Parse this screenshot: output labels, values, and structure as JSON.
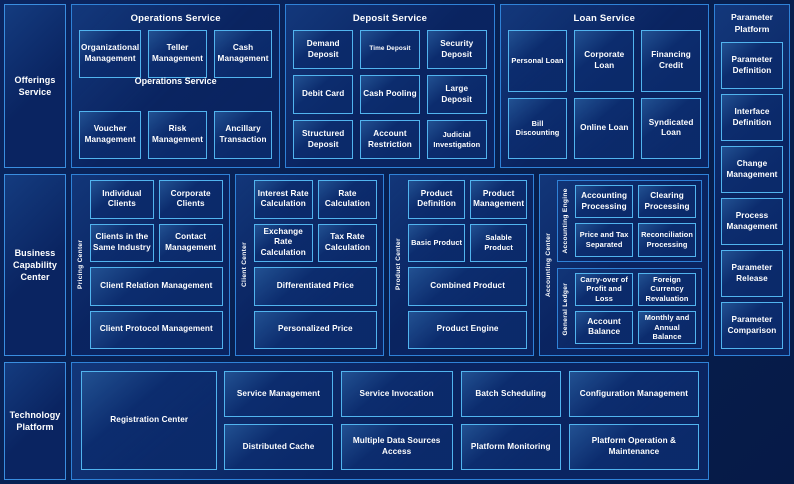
{
  "rows": {
    "offerings": {
      "category": "Offerings Service",
      "groups": [
        {
          "title": "Operations Service",
          "mid_label": "Operations Service",
          "items": [
            "Organizational Management",
            "Teller Management",
            "Cash Management",
            "Voucher Management",
            "Risk Management",
            "Ancillary Transaction"
          ]
        },
        {
          "title": "Deposit Service",
          "items": [
            "Demand Deposit",
            "Time Deposit",
            "Security Deposit",
            "Debit Card",
            "Cash Pooling",
            "Large Deposit",
            "Structured Deposit",
            "Account Restriction",
            "Judicial Investigation"
          ]
        },
        {
          "title": "Loan Service",
          "items": [
            "Personal Loan",
            "Corporate Loan",
            "Financing Credit",
            "Bill Discounting",
            "Online Loan",
            "Syndicated Loan"
          ]
        }
      ]
    },
    "business": {
      "category": "Business Capability Center",
      "columns": [
        {
          "label": "Pricing Center",
          "pair1": [
            "Individual Clients",
            "Corporate Clients"
          ],
          "pair2": [
            "Clients in the Same Industry",
            "Contact Management"
          ],
          "full1": "Client Relation Management",
          "full2": "Client Protocol Management"
        },
        {
          "label": "Client Center",
          "pair1": [
            "Interest Rate Calculation",
            "Rate Calculation"
          ],
          "pair2": [
            "Exchange Rate Calculation",
            "Tax Rate Calculation"
          ],
          "full1": "Differentiated Price",
          "full2": "Personalized Price"
        },
        {
          "label": "Product Center",
          "pair1": [
            "Product Definition",
            "Product Management"
          ],
          "pair2": [
            "Basic Product",
            "Salable Product"
          ],
          "full1": "Combined Product",
          "full2": "Product Engine"
        }
      ],
      "accounting": {
        "label": "Accounting Center",
        "subs": [
          {
            "label": "Accounting Engine",
            "pair1": [
              "Accounting Processing",
              "Clearing Processing"
            ],
            "pair2": [
              "Price and Tax Separated",
              "Reconciliation Processing"
            ]
          },
          {
            "label": "General Ledger",
            "pair1": [
              "Carry-over of Profit and Loss",
              "Foreign Currency Revaluation"
            ],
            "pair2": [
              "Account Balance",
              "Monthly and Annual Balance"
            ]
          }
        ]
      }
    },
    "technology": {
      "category": "Technology Platform",
      "registration": "Registration Center",
      "items": [
        "Service Management",
        "Service Invocation",
        "Batch Scheduling",
        "Configuration Management",
        "Distributed Cache",
        "Multiple Data Sources Access",
        "Platform Monitoring",
        "Platform Operation & Maintenance"
      ]
    }
  },
  "sidebar": {
    "title": "Parameter Platform",
    "items": [
      "Parameter Definition",
      "Interface Definition",
      "Change Management",
      "Process Management",
      "Parameter Release",
      "Parameter Comparison"
    ]
  },
  "colors": {
    "background": "#0a2461",
    "panel_border": "#2f82d8",
    "leaf_border": "#51b4ef",
    "text": "#ffffff"
  }
}
